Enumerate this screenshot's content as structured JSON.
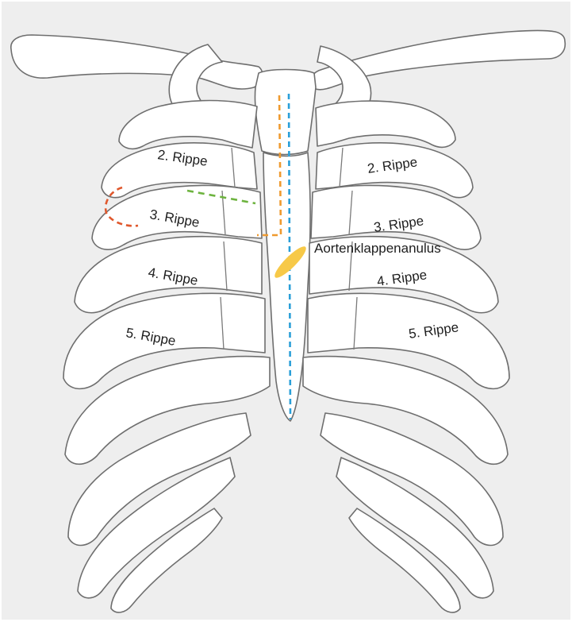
{
  "figure": {
    "background": "#eeeeee",
    "rib_labels": {
      "right_2": "2. Rippe",
      "right_3": "3. Rippe",
      "right_4": "4. Rippe",
      "right_5": "5. Rippe",
      "left_2": "2. Rippe",
      "left_3": "3. Rippe",
      "left_4": "4. Rippe",
      "left_5": "5. Rippe"
    },
    "annotation_label": "Aortenklappenanulus",
    "colors": {
      "blue_line": "#2a9fd8",
      "orange_line": "#ef9a2f",
      "green_line": "#6db33f",
      "red_line": "#e0582d",
      "annulus": "#f7c948"
    }
  }
}
